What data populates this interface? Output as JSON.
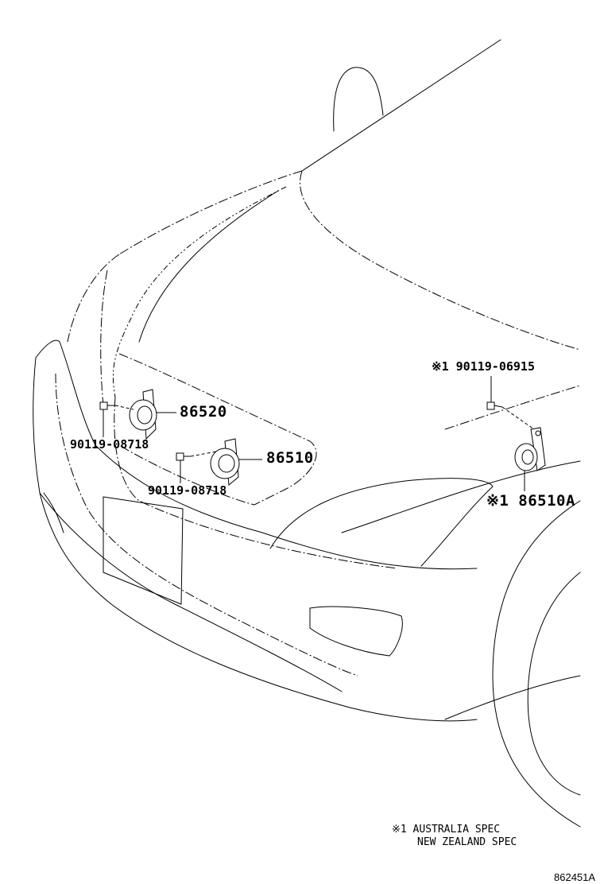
{
  "parts": {
    "p86520": "86520",
    "p86510": "86510",
    "p86510A": "※1 86510A",
    "bolt_left": "90119-08718",
    "bolt_center": "90119-08718",
    "bolt_right": "※1 90119-06915"
  },
  "footnote": {
    "line1": "※1 AUSTRALIA SPEC",
    "line2": "NEW ZEALAND SPEC"
  },
  "diagram_id": "862451A"
}
